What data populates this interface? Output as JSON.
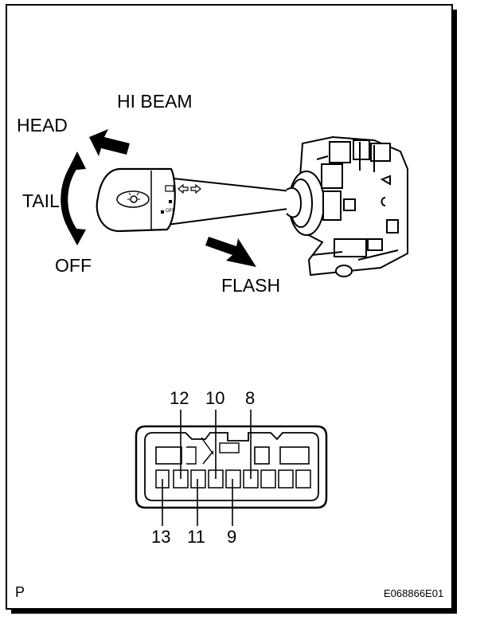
{
  "labels": {
    "hi_beam": "HI BEAM",
    "head": "HEAD",
    "tail": "TAIL",
    "off": "OFF",
    "flash": "FLASH"
  },
  "switch_knob": {
    "off_mark": "OFF"
  },
  "connector": {
    "pins_top": [
      "12",
      "10",
      "8"
    ],
    "pins_bottom": [
      "13",
      "11",
      "9"
    ]
  },
  "footer": {
    "page_mark": "P",
    "figure_id": "E068866E01"
  }
}
